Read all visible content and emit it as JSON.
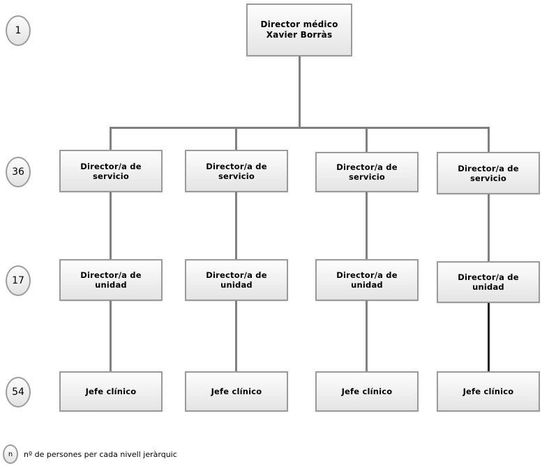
{
  "diagram": {
    "title_node": {
      "line1": "Director médico",
      "line2": "Xavier Borràs",
      "text": "Director médico\nXavier Borràs"
    },
    "levels": [
      {
        "badge": "1",
        "role": "Director médico\nXavier Borràs",
        "nodes": [
          "Director médico\nXavier Borràs"
        ]
      },
      {
        "badge": "36",
        "role": "Director/a de servicio",
        "nodes": [
          "Director/a de\nservicio",
          "Director/a de\nservicio",
          "Director/a de\nservicio",
          "Director/a de\nservicio"
        ]
      },
      {
        "badge": "17",
        "role": "Director/a de unidad",
        "nodes": [
          "Director/a de\nunidad",
          "Director/a de\nunidad",
          "Director/a de\nunidad",
          "Director/a de\nunidad"
        ]
      },
      {
        "badge": "54",
        "role": "Jefe clínico",
        "nodes": [
          "Jefe clínico",
          "Jefe clínico",
          "Jefe clínico",
          "Jefe clínico"
        ]
      }
    ],
    "badges": {
      "level1": "1",
      "level2": "36",
      "level3": "17",
      "level4": "54"
    },
    "legend": {
      "symbol": "n",
      "text": "nº de persones per cada nivell jeràrquic"
    },
    "colors": {
      "node_border": "#9a9a9a",
      "node_fill_top": "#fdfdfd",
      "node_fill_bottom": "#e4e4e4",
      "connector": "#808080",
      "connector_dark": "#1f1f1f",
      "background": "#ffffff",
      "text": "#000000"
    }
  }
}
